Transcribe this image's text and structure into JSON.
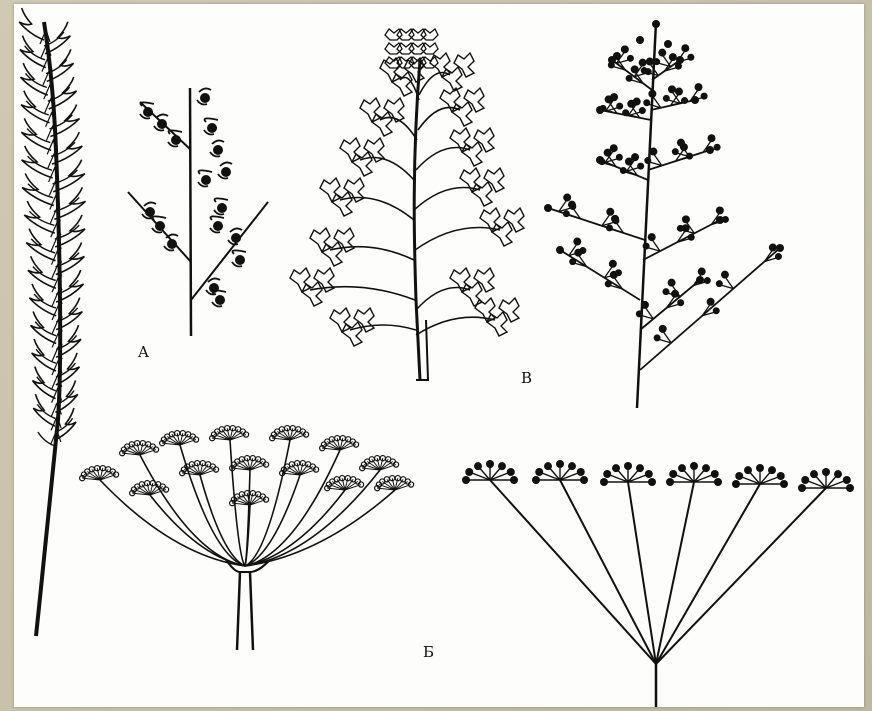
{
  "figure": {
    "labels": {
      "a": "A",
      "b": "Б",
      "v": "В"
    }
  },
  "colors": {
    "ink": "#111111",
    "paper": "#fdfdfb",
    "frame": "#c9c4ad"
  }
}
